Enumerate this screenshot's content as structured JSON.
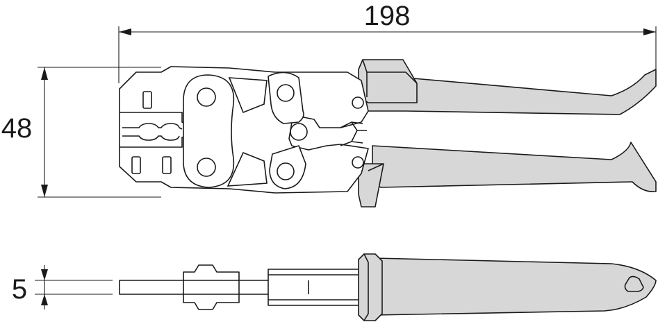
{
  "dimensions": {
    "length": "198",
    "height": "48",
    "thickness": "5"
  },
  "colors": {
    "line": "#1a1a1a",
    "grip": "#d7d7d7",
    "body": "#ffffff"
  }
}
